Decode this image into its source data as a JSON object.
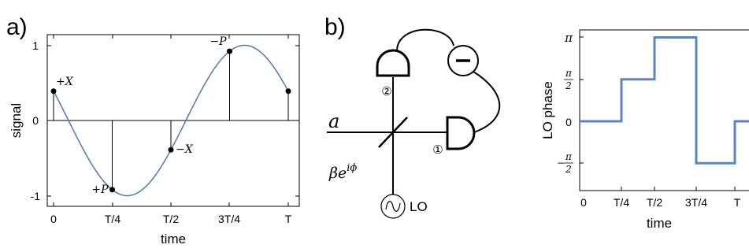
{
  "panel_a": {
    "label": "a)",
    "xlabel": "time",
    "ylabel": "signal",
    "yticks": [
      "1",
      "0",
      "-1"
    ],
    "xticks": [
      "0",
      "T/4",
      "T/2",
      "3T/4",
      "T"
    ],
    "points": [
      {
        "label": "+X",
        "x": 0,
        "y": 0.39
      },
      {
        "label": "+P",
        "x": 0.25,
        "y": -0.92
      },
      {
        "label": "−X",
        "x": 0.5,
        "y": -0.39
      },
      {
        "label": "−P",
        "x": 0.75,
        "y": 0.92
      },
      {
        "label": "",
        "x": 1.0,
        "y": 0.39
      }
    ],
    "curve_color": "#4a7ab5"
  },
  "panel_b": {
    "label": "b)",
    "input_mode": "a",
    "lo_amplitude": "βe",
    "lo_exponent": "iϕ",
    "lo_label": "LO",
    "detector_1": "①",
    "detector_2": "②",
    "subtract_symbol": "−"
  },
  "chart_data": {
    "type": "line",
    "step": true,
    "xlabel": "time",
    "ylabel": "LO phase",
    "xticks": [
      "0",
      "T/4",
      "T/2",
      "3T/4",
      "T"
    ],
    "yticks": [
      "π",
      "π/2",
      "0",
      "−π/2"
    ],
    "series": [
      {
        "x": [
          0,
          0.25,
          0.5,
          0.75,
          1.0
        ],
        "values": [
          0,
          1.5708,
          3.1416,
          -1.5708,
          0
        ],
        "color": "#5a86c0"
      }
    ]
  }
}
